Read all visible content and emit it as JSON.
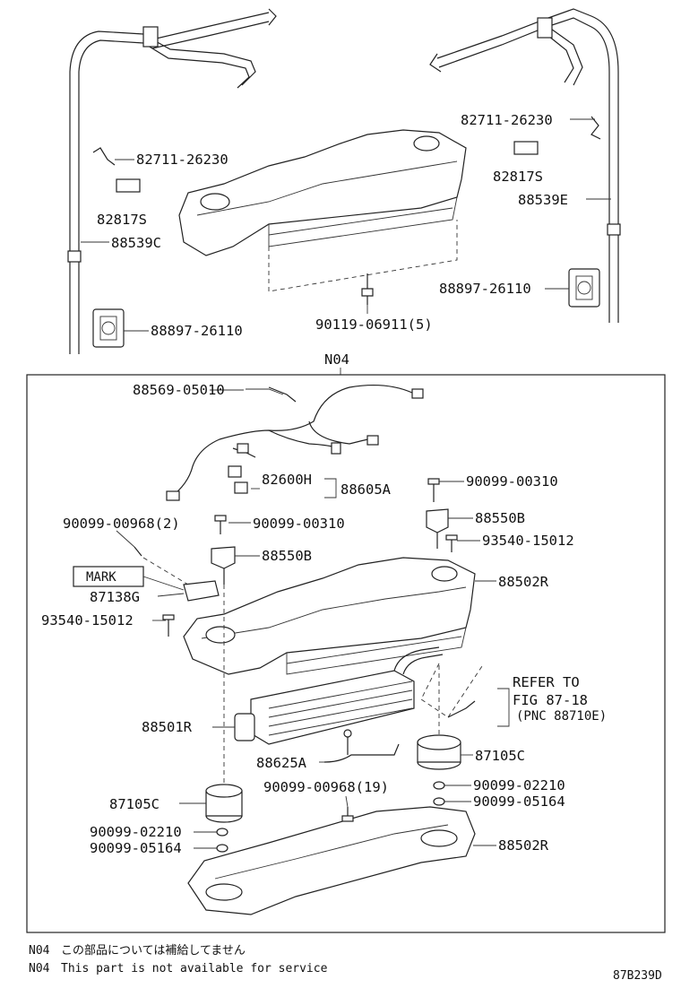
{
  "labels": {
    "clamp_left": "82711-26230",
    "clamp_right": "82711-26230",
    "plate_left": "82817S",
    "plate_right": "82817S",
    "duct_left": "88539C",
    "duct_right": "88539E",
    "grommet_left": "88897-26110",
    "grommet_right": "88897-26110",
    "bolt_top": "90119-06911(5)",
    "group": "N04",
    "harness_clip": "88569-05010",
    "wire_harness": "82600H",
    "harness_assy": "88605A",
    "screw_right_top": "90099-00310",
    "screw_left_top": "90099-00310",
    "clip_left": "90099-00968(2)",
    "servo_right": "88550B",
    "servo_left": "88550B",
    "screw_right": "93540-15012",
    "mark": "MARK",
    "sensor": "87138G",
    "screw_left": "93540-15012",
    "case_upper": "88502R",
    "evaporator": "88501R",
    "refer_1": "REFER TO",
    "refer_2": "FIG 87-18",
    "refer_3": "(PNC 88710E)",
    "thermistor": "88625A",
    "blower_right": "87105C",
    "clip_bottom": "90099-00968(19)",
    "washer_right": "90099-02210",
    "nut_right": "90099-05164",
    "blower_left": "87105C",
    "washer_left": "90099-02210",
    "nut_left": "90099-05164",
    "case_lower": "88502R"
  },
  "notes": {
    "line1_code": "N04",
    "line1_text": "この部品については補給してません",
    "line2_code": "N04",
    "line2_text": "This part is not available for service"
  },
  "figure_id": "87B239D"
}
